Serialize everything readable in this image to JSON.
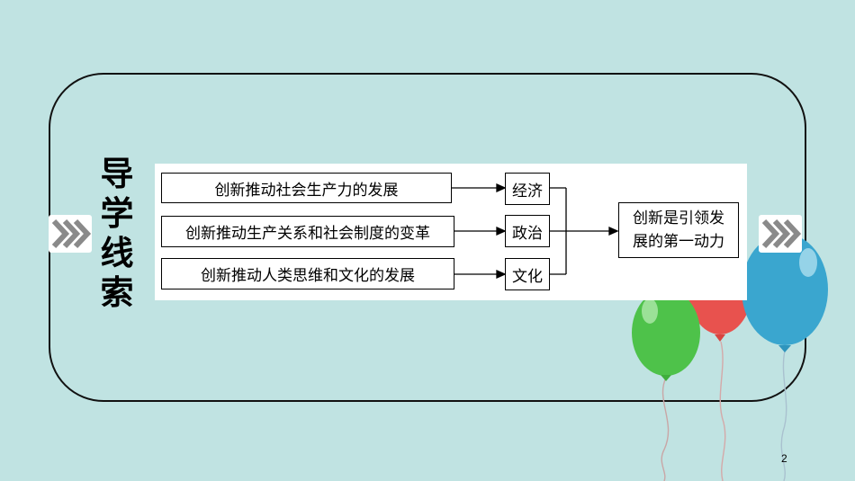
{
  "title_chars": [
    "导",
    "学",
    "线",
    "索"
  ],
  "left_items": [
    "创新推动社会生产力的发展",
    "创新推动生产关系和社会制度的变革",
    "创新推动人类思维和文化的发展"
  ],
  "mid_items": [
    "经济",
    "政治",
    "文化"
  ],
  "result": {
    "line1": "创新是引领发",
    "line2": "展的第一动力"
  },
  "page_number": "2",
  "colors": {
    "background": "#c0e3e2",
    "balloon_green": "#4ec24a",
    "balloon_red": "#e8524e",
    "balloon_blue": "#3aa6cf",
    "chevron": "#8a8a8a"
  },
  "icons": [
    "double-chevron-right-icon",
    "balloon-icon"
  ]
}
